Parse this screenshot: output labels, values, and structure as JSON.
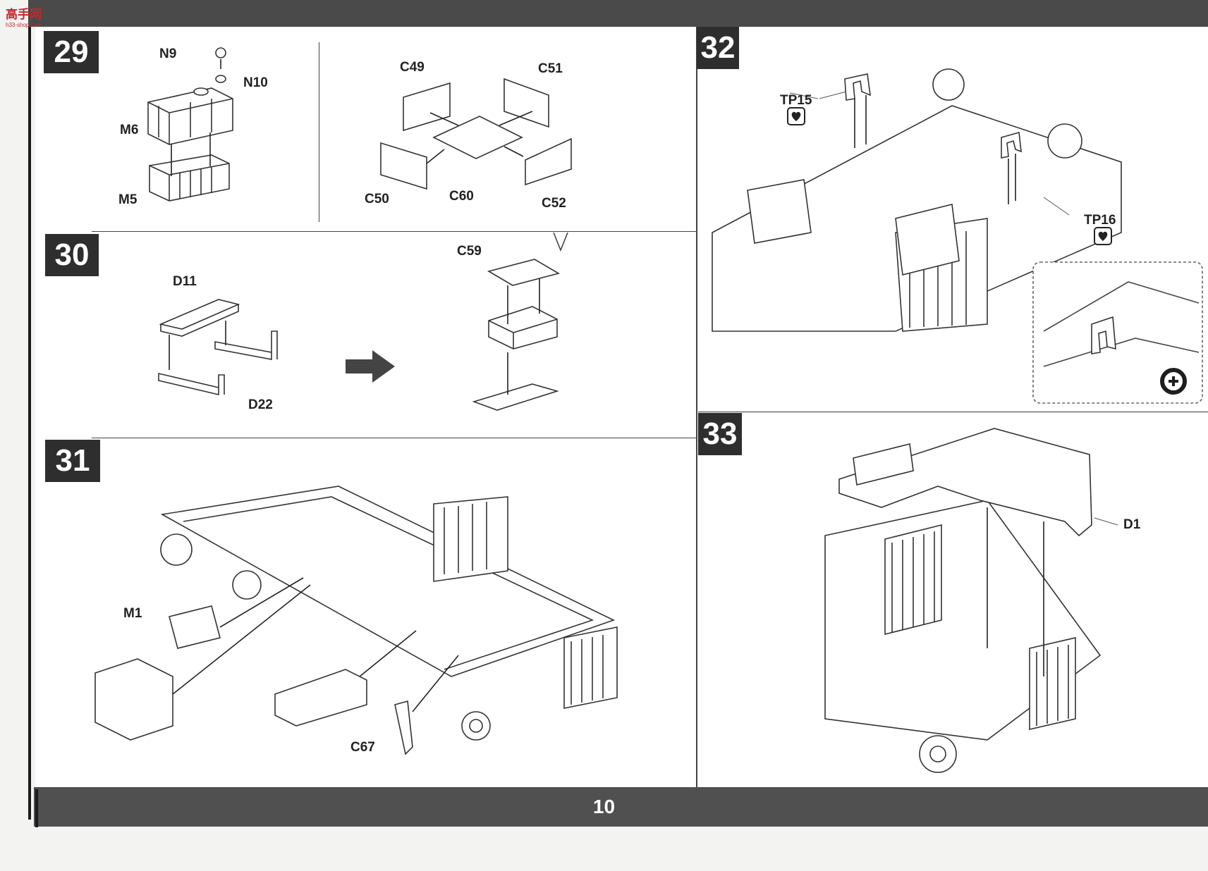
{
  "site_logo": {
    "text": "高手网",
    "subtext": "h33-shop.com"
  },
  "page_number": "10",
  "steps": [
    {
      "number": "29",
      "labels": [
        "N9",
        "N10",
        "M6",
        "M5",
        "C49",
        "C51",
        "C50",
        "C60",
        "C52"
      ]
    },
    {
      "number": "30",
      "labels": [
        "D11",
        "D22",
        "C59"
      ]
    },
    {
      "number": "31",
      "labels": [
        "M1",
        "C67"
      ]
    },
    {
      "number": "32",
      "labels": [
        "TP15",
        "TP16"
      ]
    },
    {
      "number": "33",
      "labels": [
        "D1"
      ]
    }
  ],
  "icons": [
    "cement-icon",
    "cement-icon",
    "zoom-in-icon",
    "arrow-right-icon"
  ]
}
